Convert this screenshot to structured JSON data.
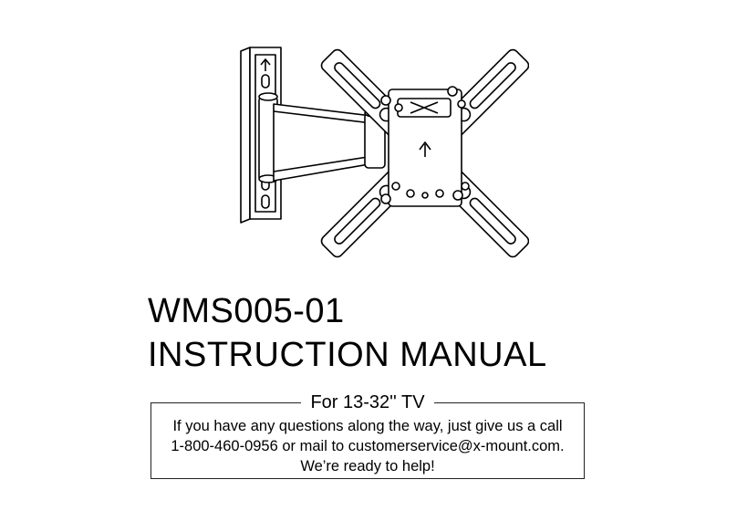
{
  "document": {
    "model_number": "WMS005-01",
    "title": "INSTRUCTION MANUAL",
    "support_box": {
      "legend": "For 13-32'' TV",
      "line1": "If you have any questions along the way, just give us a call",
      "line2": "1-800-460-0956 or mail to customerservice@x-mount.com.",
      "line3": "We’re ready to help!"
    }
  },
  "illustration": {
    "icon": "tv-wall-mount-icon",
    "color": "#000000"
  }
}
